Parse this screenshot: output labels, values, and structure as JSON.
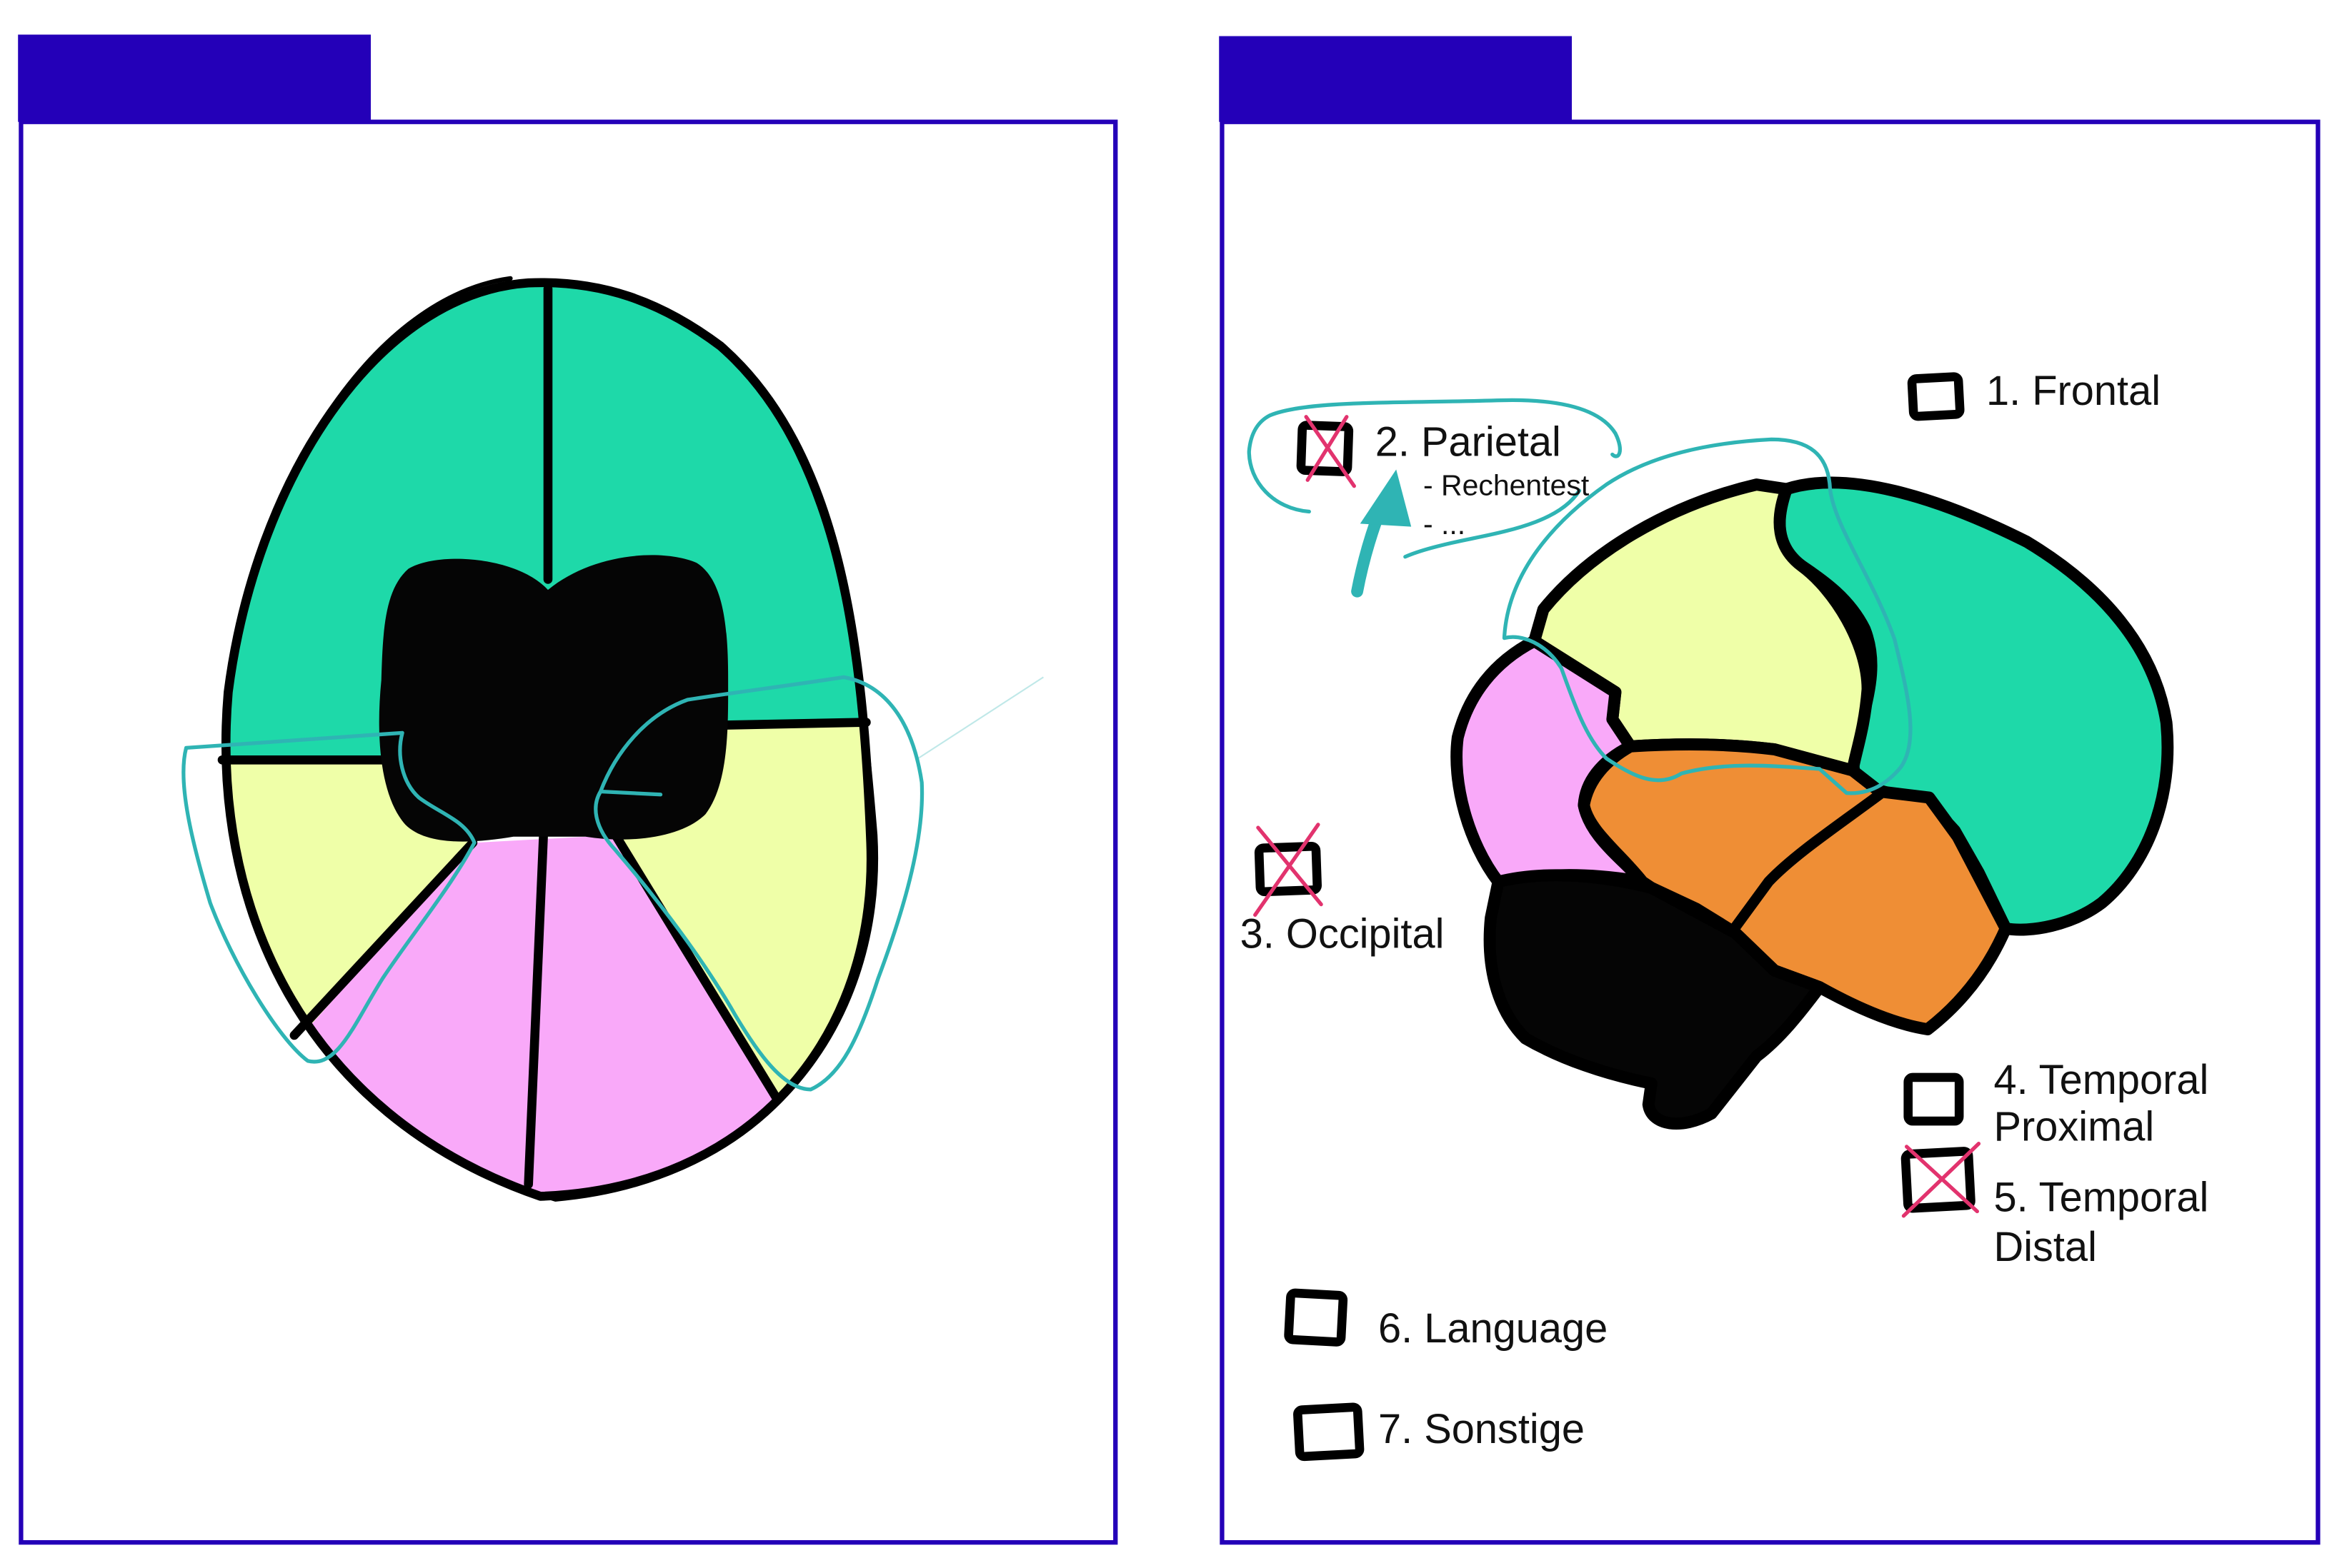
{
  "colors": {
    "panel_border": "#2400b8",
    "frontal": "#1ed9a9",
    "parietal": "#efffa8",
    "occipital": "#f9a9f9",
    "temporal": "#ef8e35",
    "black_region": "#050505",
    "annotation": "#2fb4b4",
    "cross_mark": "#e2336e"
  },
  "legend": {
    "items": [
      {
        "lines": [
          "1. Frontal"
        ],
        "crossed": false
      },
      {
        "lines": [
          "2. Parietal"
        ],
        "crossed": true,
        "notes": [
          "- Rechentest",
          "- ..."
        ]
      },
      {
        "lines": [
          "3. Occipital"
        ],
        "crossed": true
      },
      {
        "lines": [
          "4. Temporal",
          "Proximal"
        ],
        "crossed": false
      },
      {
        "lines": [
          "5. Temporal",
          "Distal"
        ],
        "crossed": true
      },
      {
        "lines": [
          "6. Language"
        ],
        "crossed": false
      },
      {
        "lines": [
          "7. Sonstige"
        ],
        "crossed": false
      }
    ]
  }
}
